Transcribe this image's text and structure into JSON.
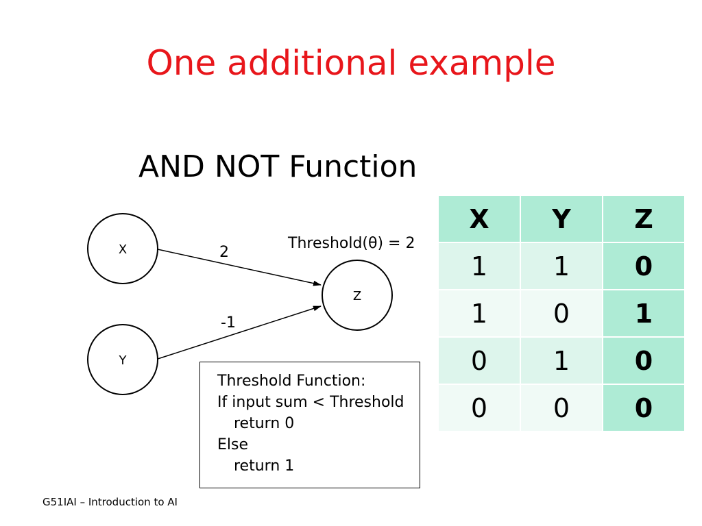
{
  "slide": {
    "title": "One additional example",
    "subtitle": "AND NOT Function",
    "footer": "G51IAI – Introduction to AI"
  },
  "diagram": {
    "nodes": {
      "x": "X",
      "y": "Y",
      "z": "Z"
    },
    "weights": {
      "xz": "2",
      "yz": "-1"
    },
    "threshold": "Threshold(θ) = 2"
  },
  "threshold_function": {
    "line1": "Threshold Function:",
    "line2": "If input sum < Threshold",
    "line3": "return 0",
    "line4": "Else",
    "line5": "return 1"
  },
  "truth_table": {
    "headers": [
      "X",
      "Y",
      "Z"
    ],
    "rows": [
      [
        "1",
        "1",
        "0"
      ],
      [
        "1",
        "0",
        "1"
      ],
      [
        "0",
        "1",
        "0"
      ],
      [
        "0",
        "0",
        "0"
      ]
    ]
  }
}
